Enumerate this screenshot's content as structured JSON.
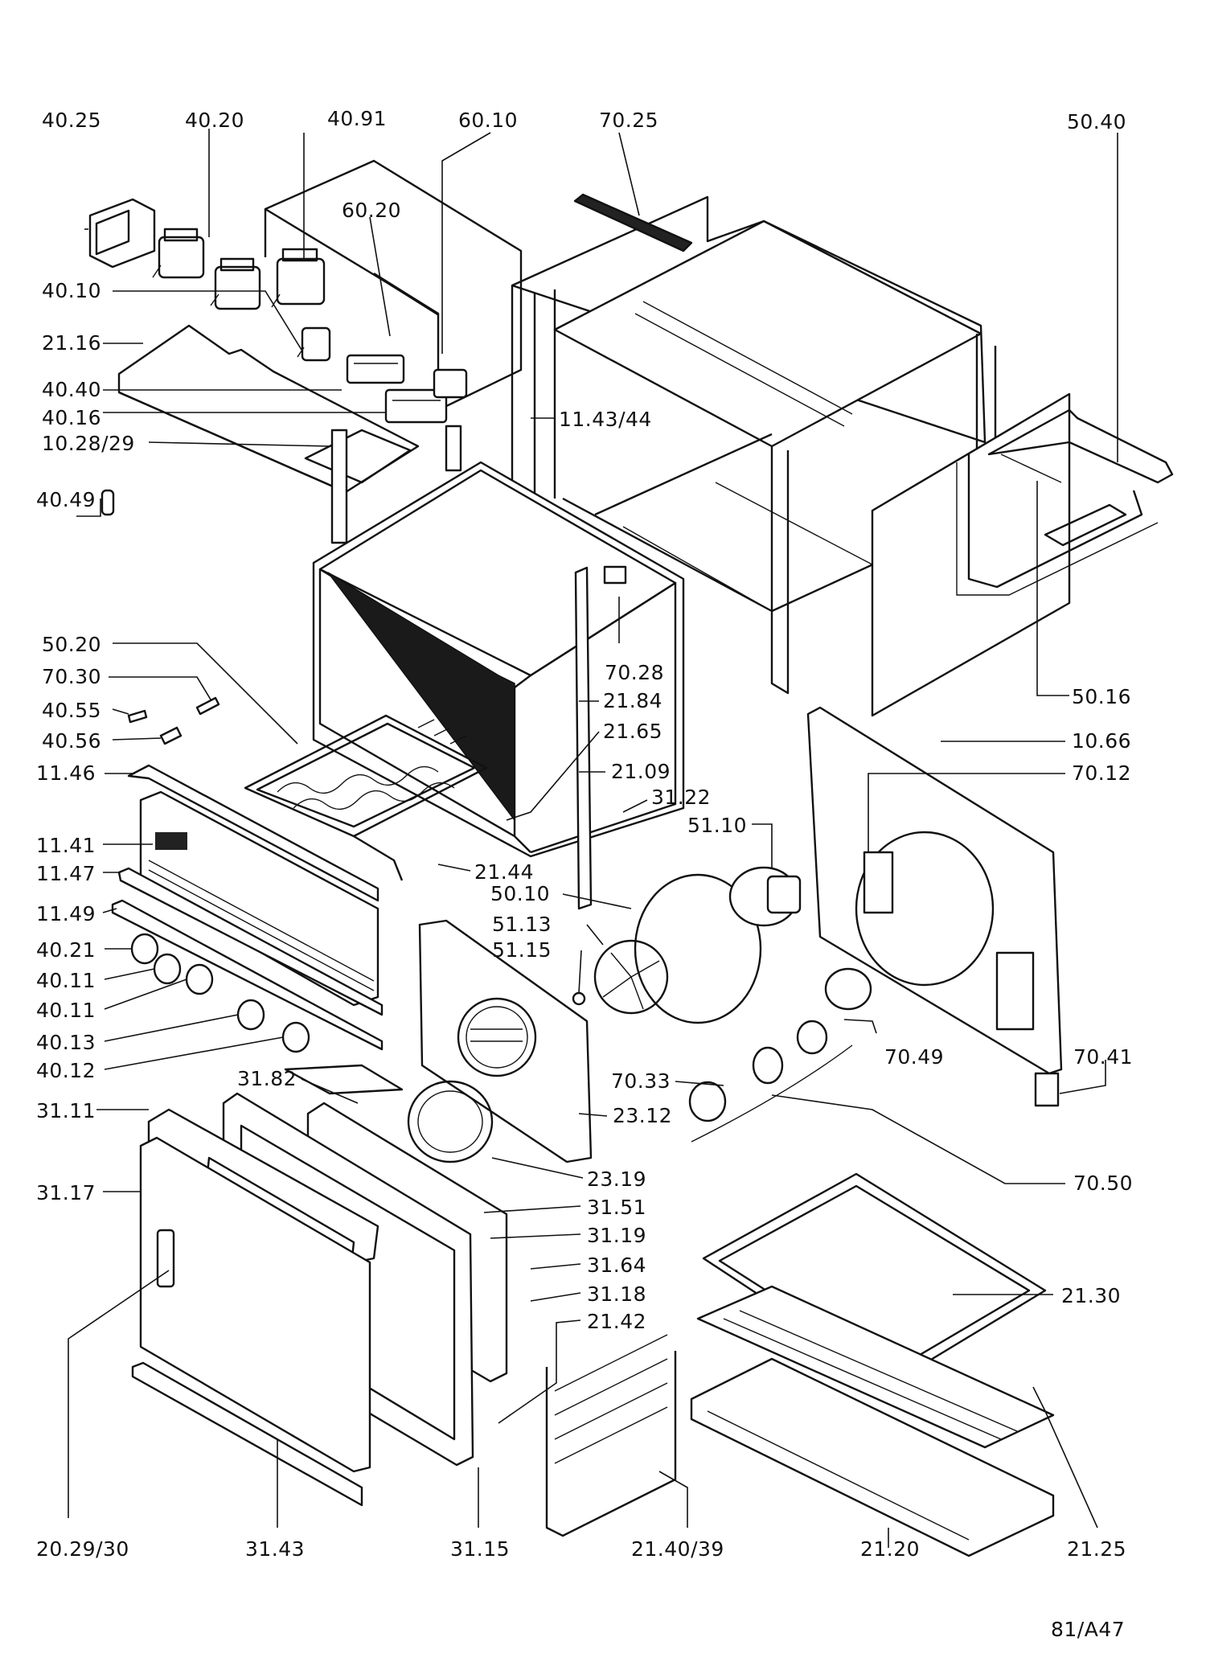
{
  "drawing_code": "81/A47",
  "labels": {
    "l4025": "40.25",
    "l4020": "40.20",
    "l4091": "40.91",
    "l6010": "60.10",
    "l7025": "70.25",
    "l5040": "50.40",
    "l6020": "60.20",
    "l4010": "40.10",
    "l2116": "21.16",
    "l4040": "40.40",
    "l4016": "40.16",
    "l1028": "10.28/29",
    "l4049": "40.49",
    "l1143": "11.43/44",
    "l5020": "50.20",
    "l7030": "70.30",
    "l4055": "40.55",
    "l4056": "40.56",
    "l1146": "11.46",
    "l7028": "70.28",
    "l2184": "21.84",
    "l2165": "21.65",
    "l2109": "21.09",
    "l3122": "31.22",
    "l5016": "50.16",
    "l1066": "10.66",
    "l7012": "70.12",
    "l5110": "51.10",
    "l1141": "11.41",
    "l1147": "11.47",
    "l1149": "11.49",
    "l2144": "21.44",
    "l5010": "50.10",
    "l5113": "51.13",
    "l5115": "51.15",
    "l4021": "40.21",
    "l4011a": "40.11",
    "l4011b": "40.11",
    "l4013": "40.13",
    "l4012": "40.12",
    "l7049": "70.49",
    "l7041": "70.41",
    "l3182": "31.82",
    "l7033": "70.33",
    "l2312": "23.12",
    "l3111": "31.11",
    "l2319": "23.19",
    "l7050": "70.50",
    "l3117": "31.17",
    "l3151": "31.51",
    "l3119": "31.19",
    "l3164": "31.64",
    "l3118": "31.18",
    "l2130": "21.30",
    "l2142": "21.42",
    "l2029": "20.29/30",
    "l3143": "31.43",
    "l3115": "31.15",
    "l2140": "21.40/39",
    "l2120": "21.20",
    "l2125": "21.25"
  }
}
